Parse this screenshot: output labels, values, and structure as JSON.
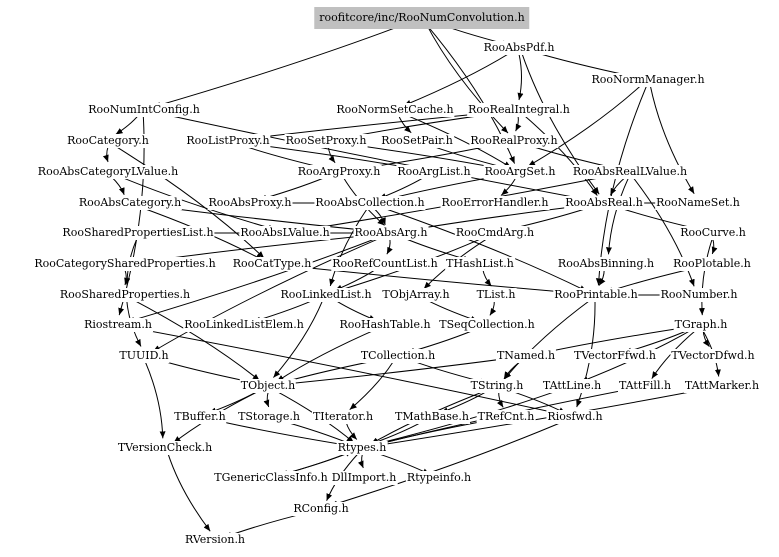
{
  "diagram": {
    "title": "roofitcore/inc/RooNumConvolution.h",
    "root": "n0",
    "colors": {
      "background": "#ffffff",
      "root_fill": "#c0c0c0",
      "edge": "#000000",
      "text": "#000000"
    },
    "nodes": [
      {
        "id": "n0",
        "label": "roofitcore/inc/RooNumConvolution.h"
      },
      {
        "id": "n1",
        "label": "RooAbsPdf.h"
      },
      {
        "id": "n2",
        "label": "RooNormManager.h"
      },
      {
        "id": "n3",
        "label": "RooNumIntConfig.h"
      },
      {
        "id": "n4",
        "label": "RooNormSetCache.h"
      },
      {
        "id": "n5",
        "label": "RooRealIntegral.h"
      },
      {
        "id": "n6",
        "label": "RooCategory.h"
      },
      {
        "id": "n7",
        "label": "RooListProxy.h"
      },
      {
        "id": "n8",
        "label": "RooSetProxy.h"
      },
      {
        "id": "n9",
        "label": "RooSetPair.h"
      },
      {
        "id": "n10",
        "label": "RooRealProxy.h"
      },
      {
        "id": "n11",
        "label": "RooAbsCategoryLValue.h"
      },
      {
        "id": "n12",
        "label": "RooArgProxy.h"
      },
      {
        "id": "n13",
        "label": "RooArgList.h"
      },
      {
        "id": "n14",
        "label": "RooArgSet.h"
      },
      {
        "id": "n15",
        "label": "RooAbsRealLValue.h"
      },
      {
        "id": "n16",
        "label": "RooAbsCategory.h"
      },
      {
        "id": "n17",
        "label": "RooAbsProxy.h"
      },
      {
        "id": "n18",
        "label": "RooAbsCollection.h"
      },
      {
        "id": "n19",
        "label": "RooErrorHandler.h"
      },
      {
        "id": "n20",
        "label": "RooAbsReal.h"
      },
      {
        "id": "n21",
        "label": "RooNameSet.h"
      },
      {
        "id": "n22",
        "label": "RooSharedPropertiesList.h"
      },
      {
        "id": "n23",
        "label": "RooAbsLValue.h"
      },
      {
        "id": "n24",
        "label": "RooAbsArg.h"
      },
      {
        "id": "n25",
        "label": "RooCmdArg.h"
      },
      {
        "id": "n26",
        "label": "RooCurve.h"
      },
      {
        "id": "n27",
        "label": "RooCategorySharedProperties.h"
      },
      {
        "id": "n28",
        "label": "RooCatType.h"
      },
      {
        "id": "n29",
        "label": "RooRefCountList.h"
      },
      {
        "id": "n30",
        "label": "THashList.h"
      },
      {
        "id": "n31",
        "label": "RooAbsBinning.h"
      },
      {
        "id": "n32",
        "label": "RooPlotable.h"
      },
      {
        "id": "n33",
        "label": "RooSharedProperties.h"
      },
      {
        "id": "n34",
        "label": "RooLinkedList.h"
      },
      {
        "id": "n35",
        "label": "TObjArray.h"
      },
      {
        "id": "n36",
        "label": "TList.h"
      },
      {
        "id": "n37",
        "label": "RooPrintable.h"
      },
      {
        "id": "n38",
        "label": "RooNumber.h"
      },
      {
        "id": "n39",
        "label": "Riostream.h"
      },
      {
        "id": "n40",
        "label": "RooLinkedListElem.h"
      },
      {
        "id": "n41",
        "label": "RooHashTable.h"
      },
      {
        "id": "n42",
        "label": "TSeqCollection.h"
      },
      {
        "id": "n43",
        "label": "TGraph.h"
      },
      {
        "id": "n44",
        "label": "TUUID.h"
      },
      {
        "id": "n45",
        "label": "TCollection.h"
      },
      {
        "id": "n46",
        "label": "TNamed.h"
      },
      {
        "id": "n47",
        "label": "TVectorFfwd.h"
      },
      {
        "id": "n48",
        "label": "TVectorDfwd.h"
      },
      {
        "id": "n49",
        "label": "TObject.h"
      },
      {
        "id": "n50",
        "label": "TString.h"
      },
      {
        "id": "n51",
        "label": "TAttLine.h"
      },
      {
        "id": "n52",
        "label": "TAttFill.h"
      },
      {
        "id": "n53",
        "label": "TAttMarker.h"
      },
      {
        "id": "n54",
        "label": "TBuffer.h"
      },
      {
        "id": "n55",
        "label": "TStorage.h"
      },
      {
        "id": "n56",
        "label": "TIterator.h"
      },
      {
        "id": "n57",
        "label": "TMathBase.h"
      },
      {
        "id": "n58",
        "label": "TRefCnt.h"
      },
      {
        "id": "n59",
        "label": "Riosfwd.h"
      },
      {
        "id": "n60",
        "label": "TVersionCheck.h"
      },
      {
        "id": "n61",
        "label": "Rtypes.h"
      },
      {
        "id": "n62",
        "label": "TGenericClassInfo.h"
      },
      {
        "id": "n63",
        "label": "DllImport.h"
      },
      {
        "id": "n64",
        "label": "Rtypeinfo.h"
      },
      {
        "id": "n65",
        "label": "RConfig.h"
      },
      {
        "id": "n66",
        "label": "RVersion.h"
      }
    ],
    "edges": [
      [
        "n0",
        "n1"
      ],
      [
        "n0",
        "n3"
      ],
      [
        "n0",
        "n10"
      ],
      [
        "n0",
        "n14"
      ],
      [
        "n1",
        "n2"
      ],
      [
        "n1",
        "n5"
      ],
      [
        "n1",
        "n20"
      ],
      [
        "n1",
        "n4"
      ],
      [
        "n2",
        "n21"
      ],
      [
        "n2",
        "n14"
      ],
      [
        "n2",
        "n37"
      ],
      [
        "n3",
        "n6"
      ],
      [
        "n3",
        "n20"
      ],
      [
        "n3",
        "n39"
      ],
      [
        "n4",
        "n9"
      ],
      [
        "n4",
        "n14"
      ],
      [
        "n5",
        "n8"
      ],
      [
        "n5",
        "n10"
      ],
      [
        "n5",
        "n7"
      ],
      [
        "n5",
        "n20"
      ],
      [
        "n6",
        "n11"
      ],
      [
        "n6",
        "n28"
      ],
      [
        "n7",
        "n12"
      ],
      [
        "n7",
        "n13"
      ],
      [
        "n8",
        "n12"
      ],
      [
        "n8",
        "n14"
      ],
      [
        "n9",
        "n14"
      ],
      [
        "n10",
        "n12"
      ],
      [
        "n10",
        "n15"
      ],
      [
        "n11",
        "n16"
      ],
      [
        "n11",
        "n23"
      ],
      [
        "n12",
        "n17"
      ],
      [
        "n12",
        "n24"
      ],
      [
        "n13",
        "n18"
      ],
      [
        "n14",
        "n18"
      ],
      [
        "n14",
        "n19"
      ],
      [
        "n15",
        "n20"
      ],
      [
        "n15",
        "n23"
      ],
      [
        "n15",
        "n31"
      ],
      [
        "n15",
        "n38"
      ],
      [
        "n16",
        "n24"
      ],
      [
        "n16",
        "n28"
      ],
      [
        "n17",
        "n18"
      ],
      [
        "n18",
        "n24"
      ],
      [
        "n18",
        "n34"
      ],
      [
        "n18",
        "n37"
      ],
      [
        "n20",
        "n24"
      ],
      [
        "n20",
        "n25"
      ],
      [
        "n20",
        "n26"
      ],
      [
        "n20",
        "n21"
      ],
      [
        "n22",
        "n33"
      ],
      [
        "n24",
        "n29"
      ],
      [
        "n24",
        "n30"
      ],
      [
        "n24",
        "n22"
      ],
      [
        "n24",
        "n27"
      ],
      [
        "n24",
        "n39"
      ],
      [
        "n24",
        "n44"
      ],
      [
        "n25",
        "n34"
      ],
      [
        "n25",
        "n35"
      ],
      [
        "n26",
        "n32"
      ],
      [
        "n26",
        "n43"
      ],
      [
        "n27",
        "n33"
      ],
      [
        "n28",
        "n37"
      ],
      [
        "n29",
        "n34"
      ],
      [
        "n30",
        "n36"
      ],
      [
        "n31",
        "n37"
      ],
      [
        "n32",
        "n37"
      ],
      [
        "n33",
        "n49"
      ],
      [
        "n33",
        "n44"
      ],
      [
        "n34",
        "n40"
      ],
      [
        "n34",
        "n41"
      ],
      [
        "n34",
        "n49"
      ],
      [
        "n35",
        "n42"
      ],
      [
        "n36",
        "n42"
      ],
      [
        "n37",
        "n50"
      ],
      [
        "n37",
        "n59"
      ],
      [
        "n38",
        "n37"
      ],
      [
        "n39",
        "n59"
      ],
      [
        "n41",
        "n49"
      ],
      [
        "n42",
        "n45"
      ],
      [
        "n43",
        "n46"
      ],
      [
        "n43",
        "n47"
      ],
      [
        "n43",
        "n48"
      ],
      [
        "n43",
        "n51"
      ],
      [
        "n43",
        "n52"
      ],
      [
        "n43",
        "n53"
      ],
      [
        "n44",
        "n49"
      ],
      [
        "n44",
        "n60"
      ],
      [
        "n45",
        "n49"
      ],
      [
        "n45",
        "n56"
      ],
      [
        "n45",
        "n50"
      ],
      [
        "n46",
        "n49"
      ],
      [
        "n46",
        "n50"
      ],
      [
        "n49",
        "n54"
      ],
      [
        "n49",
        "n55"
      ],
      [
        "n49",
        "n61"
      ],
      [
        "n49",
        "n60"
      ],
      [
        "n50",
        "n57"
      ],
      [
        "n50",
        "n58"
      ],
      [
        "n50",
        "n59"
      ],
      [
        "n50",
        "n61"
      ],
      [
        "n51",
        "n61"
      ],
      [
        "n52",
        "n61"
      ],
      [
        "n53",
        "n61"
      ],
      [
        "n54",
        "n61"
      ],
      [
        "n55",
        "n61"
      ],
      [
        "n56",
        "n61"
      ],
      [
        "n57",
        "n61"
      ],
      [
        "n58",
        "n61"
      ],
      [
        "n59",
        "n65"
      ],
      [
        "n60",
        "n66"
      ],
      [
        "n61",
        "n62"
      ],
      [
        "n61",
        "n63"
      ],
      [
        "n61",
        "n64"
      ],
      [
        "n61",
        "n65"
      ],
      [
        "n62",
        "n61"
      ],
      [
        "n65",
        "n66"
      ]
    ]
  }
}
